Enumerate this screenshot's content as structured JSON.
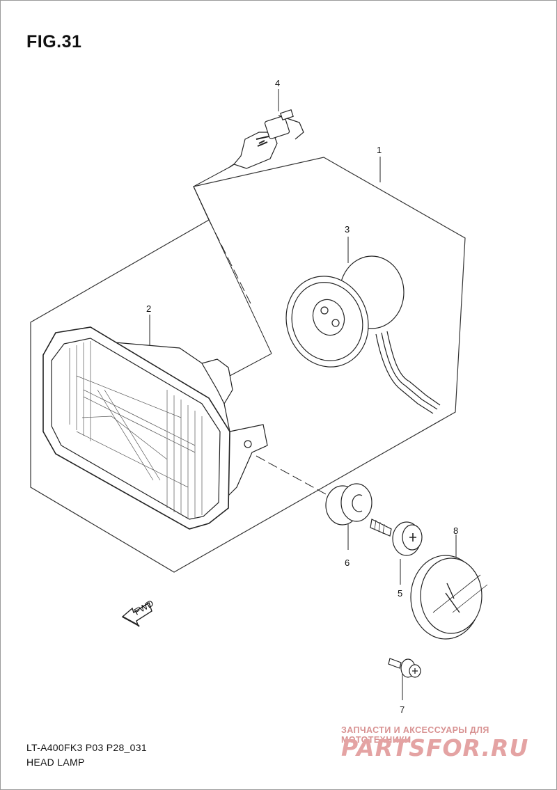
{
  "figure": {
    "title": "FIG.31",
    "model_code": "LT-A400FK3 P03 P28_031",
    "name": "HEAD LAMP"
  },
  "callouts": [
    "1",
    "2",
    "3",
    "4",
    "5",
    "6",
    "7",
    "8"
  ],
  "direction_arrow_label": "FWD",
  "watermark": {
    "tagline": "ЗАПЧАСТИ И АКСЕССУАРЫ ДЛЯ МОТОТЕХНИКИ",
    "brand": "PARTSFOR.RU"
  }
}
